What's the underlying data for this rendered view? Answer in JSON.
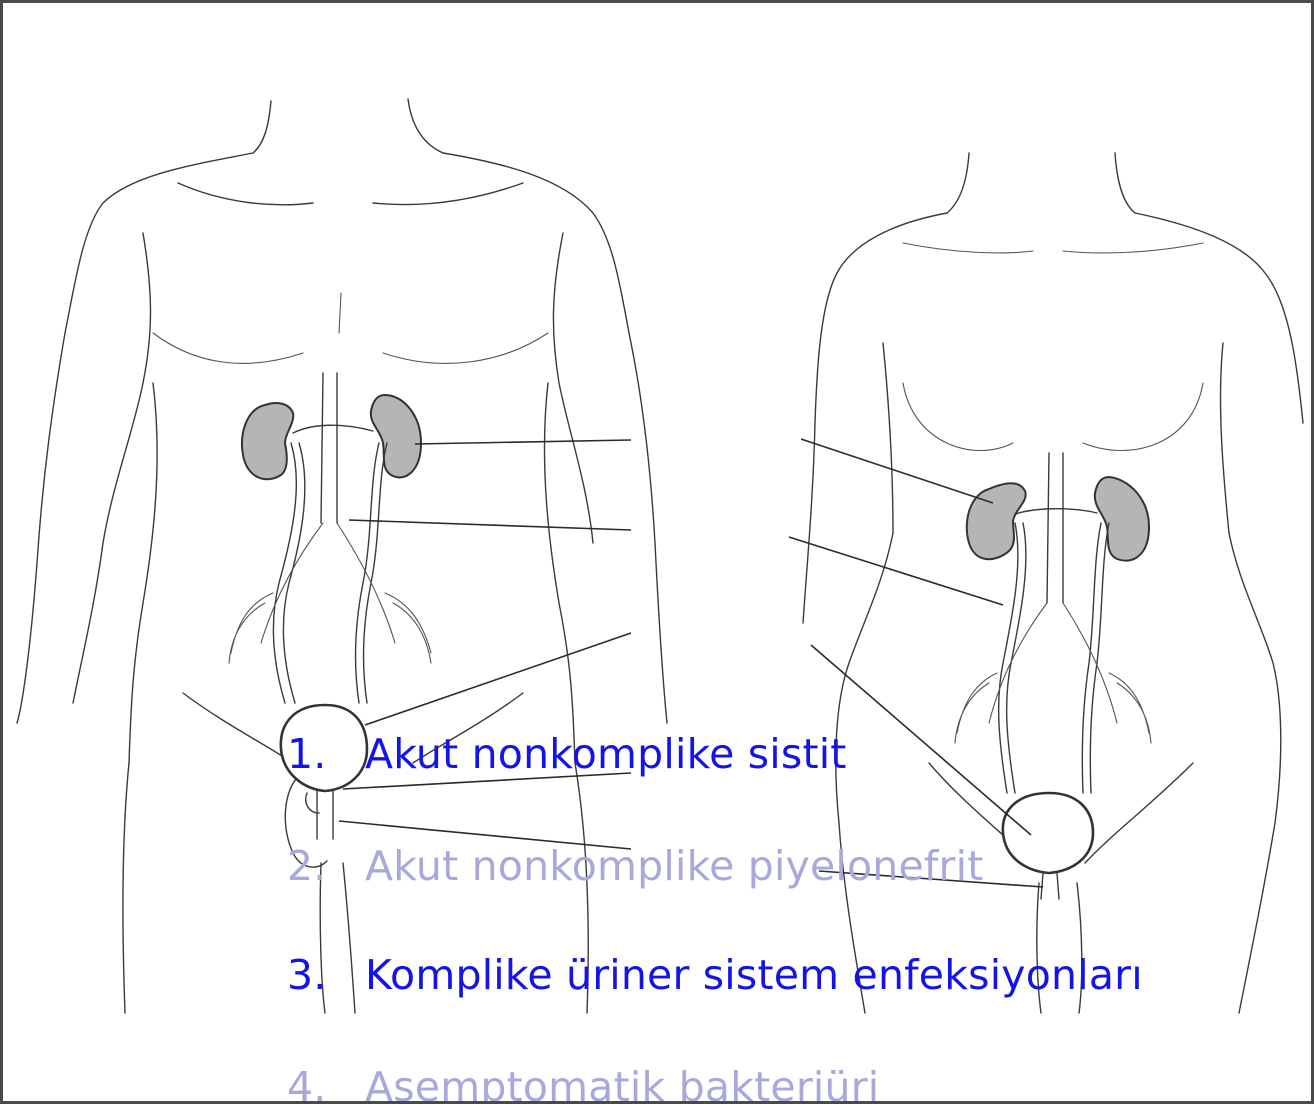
{
  "colors": {
    "active_text": "#1414e8",
    "dimmed_text": "#a8a8dc",
    "kidney_fill": "#b5b5b5",
    "outline": "#3a3a3a",
    "frame_border": "#4a4a4a"
  },
  "list": [
    {
      "number": "1.",
      "label": "Akut nonkomplike sistit",
      "state": "active"
    },
    {
      "number": "2.",
      "label": "Akut nonkomplike piyelonefrit",
      "state": "dimmed"
    },
    {
      "number": "3.",
      "label": "Komplike üriner sistem enfeksiyonları",
      "state": "active"
    },
    {
      "number": "4.",
      "label": "Asemptomatik bakteriüri",
      "state": "dimmed"
    }
  ],
  "figures": [
    {
      "figure": "male-torso",
      "organs": [
        "kidney-icon",
        "ureter-icon",
        "bladder-icon",
        "urethra-icon"
      ]
    },
    {
      "figure": "female-torso",
      "organs": [
        "kidney-icon",
        "ureter-icon",
        "bladder-icon"
      ]
    }
  ]
}
